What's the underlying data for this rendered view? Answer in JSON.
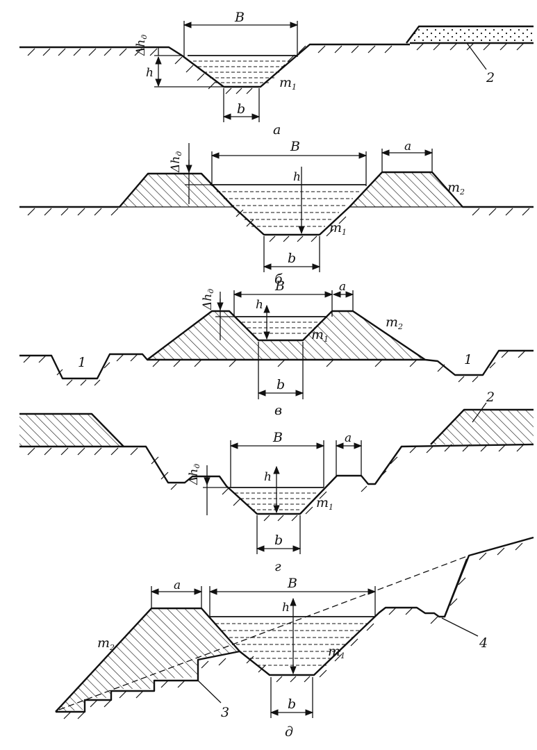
{
  "sections": {
    "a": {
      "label": "а",
      "B": "B",
      "h": "h",
      "b": "b",
      "m1": "m",
      "m1_sub": "1",
      "dh": "Δh",
      "dh_sub": "д",
      "spoil_num": "2"
    },
    "b": {
      "label": "б",
      "B": "B",
      "h": "h",
      "b": "b",
      "a": "a",
      "m1": "m",
      "m1_sub": "1",
      "m2": "m",
      "m2_sub": "2",
      "dh": "Δh",
      "dh_sub": "д"
    },
    "v": {
      "label": "в",
      "B": "B",
      "h": "h",
      "b": "b",
      "a": "a",
      "m1": "m",
      "m1_sub": "1",
      "m2": "m",
      "m2_sub": "2",
      "dh": "Δh",
      "dh_sub": "д",
      "reserve_left": "1",
      "reserve_right": "1"
    },
    "g": {
      "label": "г",
      "B": "B",
      "h": "h",
      "b": "b",
      "a": "a",
      "m1": "m",
      "m1_sub": "1",
      "dh": "Δh",
      "dh_sub": "д",
      "spoil_num": "2"
    },
    "d": {
      "label": "д",
      "B": "B",
      "h": "h",
      "b": "b",
      "a": "a",
      "m1": "m",
      "m1_sub": "1",
      "m2": "m",
      "m2_sub": "2",
      "steps_num": "3",
      "ditch_num": "4"
    }
  }
}
